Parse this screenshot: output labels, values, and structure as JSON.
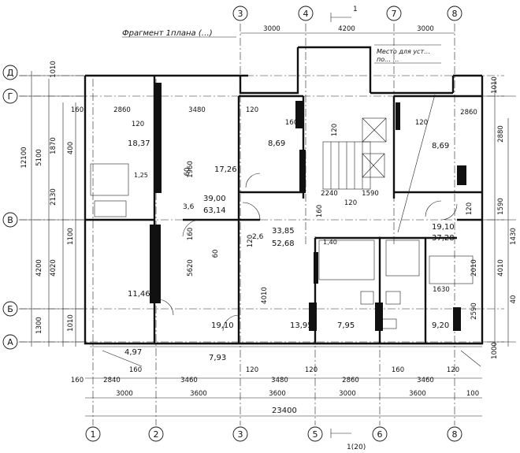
{
  "title": "Фрагмент 1плана (…)",
  "note_line1": "Место для уст…",
  "note_line2": "по… …",
  "section_top": "1",
  "section_bottom": "1(20)",
  "top_axes": [
    "3",
    "4",
    "7",
    "8"
  ],
  "bottom_axes": [
    "1",
    "2",
    "3",
    "5",
    "6",
    "8"
  ],
  "left_axes": [
    "Д",
    "Г",
    "В",
    "Б",
    "А"
  ],
  "top_dims": [
    "3000",
    "4200",
    "3000"
  ],
  "room_areas": {
    "r1": "18,37",
    "r2": "8,69",
    "r3": "8,69",
    "r4": "17,26",
    "r5": "39,00",
    "r5b": "63,14",
    "r6": "33,85",
    "r6b": "52,68",
    "r7": "19,10",
    "r7b": "37,28",
    "r8": "11,46",
    "r9": "19,10",
    "r10": "13,95",
    "r11": "7,95",
    "r12": "9,20",
    "r13": "4,97",
    "r14": "7,93"
  },
  "room_small": {
    "a": "1,25",
    "b": "3,6",
    "c": "2,6",
    "d": "1,40"
  },
  "inner_dims": {
    "top_row": [
      "160",
      "2860",
      "3480",
      "120",
      "160",
      "120",
      "120",
      "2860"
    ],
    "v_left": [
      "1960",
      "5620",
      "4010",
      "2010",
      "2590"
    ],
    "mid": [
      "2240",
      "1590",
      "120",
      "1630"
    ],
    "small": [
      "120",
      "60",
      "60",
      "160",
      "120",
      "160",
      "120"
    ]
  },
  "left_dims": [
    "1010",
    "1870",
    "5100",
    "12100",
    "400",
    "2130",
    "4200",
    "4020",
    "1300",
    "1100",
    "1010"
  ],
  "right_dims": [
    "2880",
    "1010",
    "1590",
    "1430",
    "4010",
    "40",
    "1000"
  ],
  "bottom_row1": [
    "160",
    "2840",
    "160",
    "3460",
    "120",
    "3480",
    "120",
    "2860",
    "160",
    "3460",
    "120"
  ],
  "bottom_row2": [
    "3000",
    "3600",
    "3600",
    "3000",
    "3600",
    "100"
  ],
  "total": "23400"
}
